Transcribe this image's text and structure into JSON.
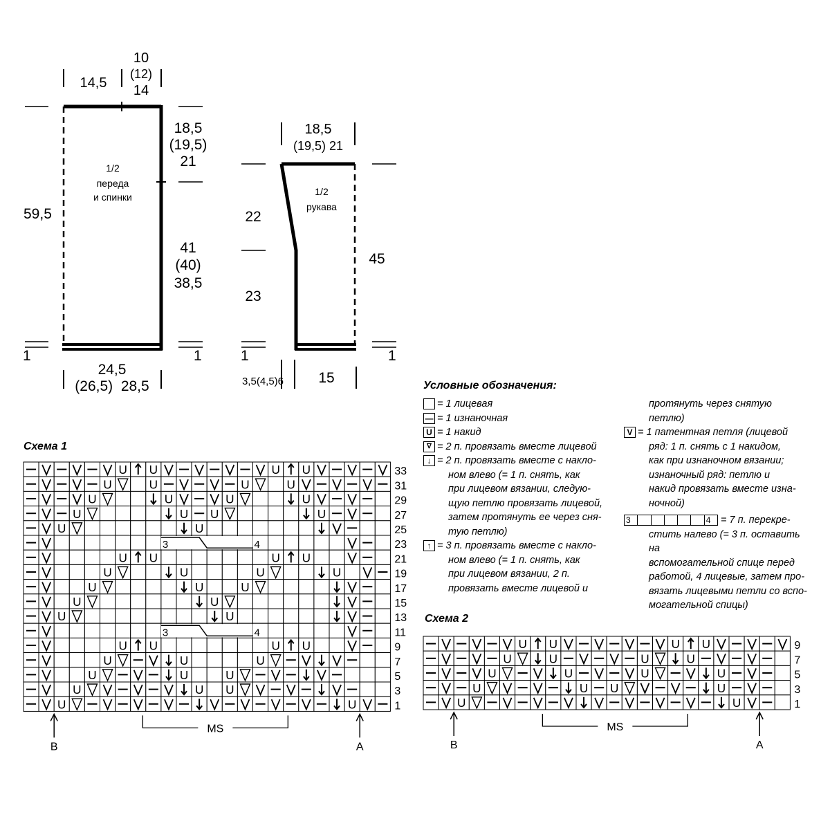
{
  "schematic": {
    "body": {
      "label": [
        "1/2",
        "переда",
        "и спинки"
      ],
      "top_left_width": "14,5",
      "neck_width": [
        "10",
        "(12)",
        "14"
      ],
      "armhole_height": [
        "18,5",
        "(19,5)",
        "21"
      ],
      "side_height": [
        "41",
        "(40)",
        "38,5"
      ],
      "total_height": "59,5",
      "bottom_width": [
        "24,5",
        "(26,5)  28,5"
      ],
      "rib": "1"
    },
    "sleeve": {
      "label": [
        "1/2",
        "рукава"
      ],
      "top_width": [
        "18,5",
        "(19,5) 21"
      ],
      "upper_height": "22",
      "lower_height": "23",
      "total_height": "45",
      "slant_width": "3,5(4,5)6",
      "bottom_width": "15",
      "rib": "1"
    }
  },
  "legend": {
    "title": "Условные обозначения:",
    "items": [
      {
        "sym": "",
        "lines": [
          "= 1 лицевая"
        ]
      },
      {
        "sym": "—",
        "lines": [
          "= 1 изнаночная"
        ]
      },
      {
        "sym": "U",
        "lines": [
          "= 1 накид"
        ]
      },
      {
        "sym": "2",
        "lines": [
          "= 2 п. провязать вместе лицевой"
        ]
      },
      {
        "sym": "↓",
        "lines": [
          "= 2 п. провязать вместе с накло-",
          "ном влево (= 1 п. снять, как",
          "при лицевом вязании, следую-",
          "щую петлю провязать лицевой,",
          "затем протянуть ее через сня-",
          "тую петлю)"
        ]
      },
      {
        "sym": "↑",
        "lines": [
          "= 3 п. провязать вместе с накло-",
          "ном влево (= 1 п. снять, как",
          "при лицевом вязании, 2 п.",
          "провязать вместе лицевой и"
        ]
      }
    ],
    "col2_cont": [
      "протянуть через снятую",
      "петлю)"
    ],
    "patent": {
      "sym": "V",
      "lines": [
        "= 1 патентная петля (лицевой",
        "ряд: 1 п. снять с 1 накидом,",
        "как при изнаночном вязании;",
        "изнаночный ряд: петлю и",
        "накид провязать вместе изна-",
        "ночной)"
      ]
    },
    "cross": {
      "start": "3",
      "end": "4",
      "lines": [
        "= 7 п. перекре-",
        "стить налево (= 3 п. оставить на",
        "вспомогательной спице перед",
        "работой, 4 лицевые, затем про-",
        "вязать лицевыми петли со вспо-",
        "могательной спицы)"
      ]
    }
  },
  "scheme1": {
    "title": "Схема 1",
    "rows": [
      "33",
      "31",
      "29",
      "27",
      "25",
      "23",
      "21",
      "19",
      "17",
      "15",
      "13",
      "11",
      "9",
      "7",
      "5",
      "3",
      "1"
    ],
    "grid": [
      "-V-V-VU^UV-V-V-VU^UV-V-V-",
      "-V-V-U2 U-V-V-U2 UV-V-V-",
      "-V-VU2  dUV-VU2  dUV-V-",
      "-V-U2    dU-U2    dU-V-",
      "-VU2      dU       dV-",
      "-V                   V-",
      "-V    U^U       U^U  V-",
      "-V   U2  dU    U2  dU V-",
      "-V  U2    dU  U2    dV-",
      "-V U2      dU2      dV-",
      "-VU2        dU      dV-",
      "-V                   V-",
      "-V    U^U       U^U  V-",
      "-V   U2-VdU    U2-VdV-",
      "-V  U2-V-dU  U2-V-dV-",
      "-V U2V-V-VdU U2V-V-dV-",
      "-VU2-V-V-V-dV-V-V-V-dUV-"
    ],
    "cross_rows": [
      "23",
      "11"
    ],
    "cross_start": "3",
    "cross_end": "4",
    "repeat": "MS",
    "marker_left": "B",
    "marker_right": "A"
  },
  "scheme2": {
    "title": "Схема 2",
    "rows": [
      "9",
      "7",
      "5",
      "3",
      "1"
    ],
    "grid": [
      "-V-V-VU^UV-V-V-VU^UV-V-V-",
      "-V-V-U2dU-V-V-U2dU-V-V-",
      "-V-VU2-VdU-V-VU2-VdU-V-",
      "-V-U2V-V-dU-U2V-V-dU-V-",
      "-VU2-V-V-VdV-V-V-V-dUV-"
    ],
    "repeat": "MS",
    "marker_left": "B",
    "marker_right": "A"
  }
}
